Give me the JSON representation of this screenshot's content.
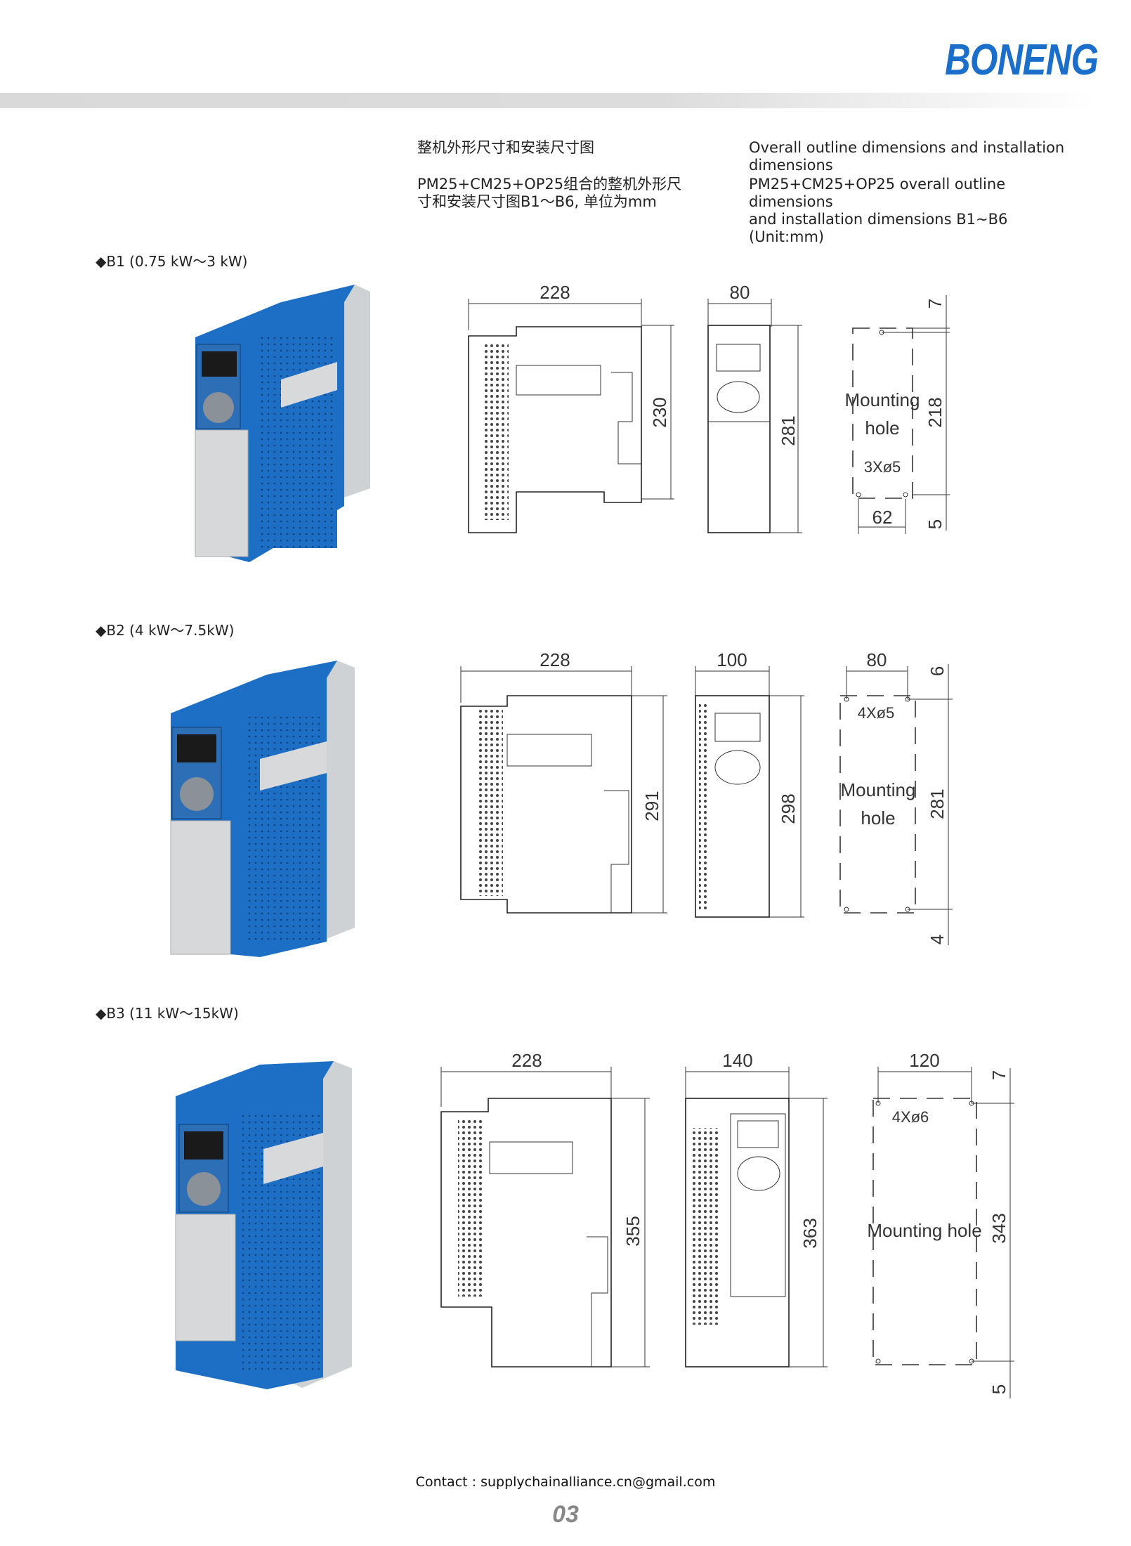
{
  "brand": {
    "logo": "BONENG",
    "color": "#1b6fcb"
  },
  "header": {
    "title_cn": "整机外形尺寸和安装尺寸图",
    "subtitle_cn_line1": "PM25+CM25+OP25组合的整机外形尺",
    "subtitle_cn_line2": "寸和安装尺寸图B1～B6, 单位为mm",
    "title_en": "Overall outline dimensions and installation dimensions",
    "subtitle_en_line1": "PM25+CM25+OP25 overall outline dimensions",
    "subtitle_en_line2": "and installation dimensions B1~B6 (Unit:mm)"
  },
  "sections": [
    {
      "label": "◆B1 (0.75 kW～3 kW)",
      "side_width": "228",
      "side_height": "230",
      "front_width": "80",
      "front_height": "281",
      "mount_label": "Mounting hole",
      "mount_label_l1": "Mounting",
      "mount_label_l2": "hole",
      "holes": "3Xø5",
      "hole_spacing": "62",
      "hole_height": "218",
      "top_offset": "7",
      "bottom_offset": "5"
    },
    {
      "label": "◆B2 (4 kW～7.5kW)",
      "side_width": "228",
      "side_height": "291",
      "front_width": "100",
      "front_height": "298",
      "mount_label_l1": "Mounting",
      "mount_label_l2": "hole",
      "holes": "4Xø5",
      "hole_spacing": "80",
      "hole_height": "281",
      "top_offset": "6",
      "bottom_offset": "4"
    },
    {
      "label": "◆B3 (11 kW～15kW)",
      "side_width": "228",
      "side_height": "355",
      "front_width": "140",
      "front_height": "363",
      "mount_label": "Mounting  hole",
      "holes": "4Xø6",
      "hole_spacing": "120",
      "hole_height": "343",
      "top_offset": "7",
      "bottom_offset": "5"
    }
  ],
  "footer": {
    "contact": "Contact : supplychainalliance.cn@gmail.com",
    "page_number": "03"
  }
}
